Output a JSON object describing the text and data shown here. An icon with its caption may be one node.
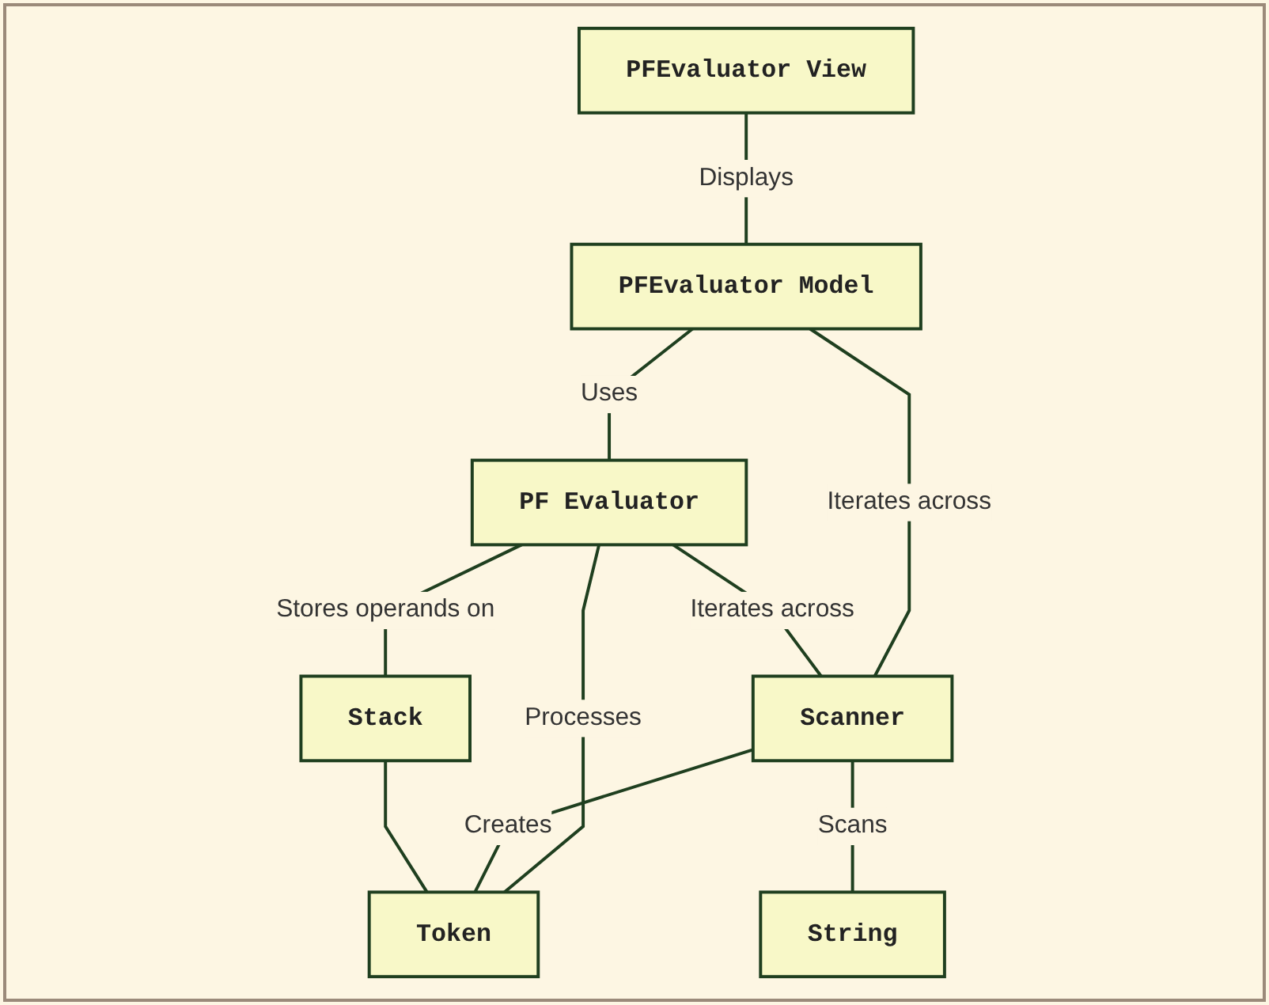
{
  "diagram": {
    "nodes": [
      {
        "text": [
          "PFEvaluator View"
        ]
      },
      {
        "text": [
          "PFEvaluator Model"
        ]
      },
      {
        "text": [
          "PF Evaluator"
        ]
      },
      {
        "text": [
          "Scanner"
        ]
      },
      {
        "text": [
          "Stack"
        ]
      },
      {
        "text": [
          "Token"
        ]
      },
      {
        "text": [
          "String"
        ]
      }
    ],
    "edges": [
      {
        "from": 0,
        "to": 1,
        "arrow": "none",
        "label": "Displays"
      },
      {
        "from": 1,
        "to": 2,
        "arrow": "none",
        "label": "Uses"
      },
      {
        "from": 1,
        "to": 3,
        "arrow": "none",
        "label": "Iterates across"
      },
      {
        "from": 2,
        "to": 3,
        "arrow": "none",
        "label": "Iterates across"
      },
      {
        "from": 2,
        "to": 4,
        "arrow": "none",
        "label": "Stores operands on"
      },
      {
        "from": 2,
        "to": 5,
        "arrow": "none",
        "label": "Processes"
      },
      {
        "from": 3,
        "to": 5,
        "arrow": "none",
        "label": "Creates"
      },
      {
        "from": 3,
        "to": 6,
        "arrow": "none",
        "label": "Scans"
      },
      {
        "from": 4,
        "to": 5,
        "arrow": "none"
      }
    ]
  }
}
